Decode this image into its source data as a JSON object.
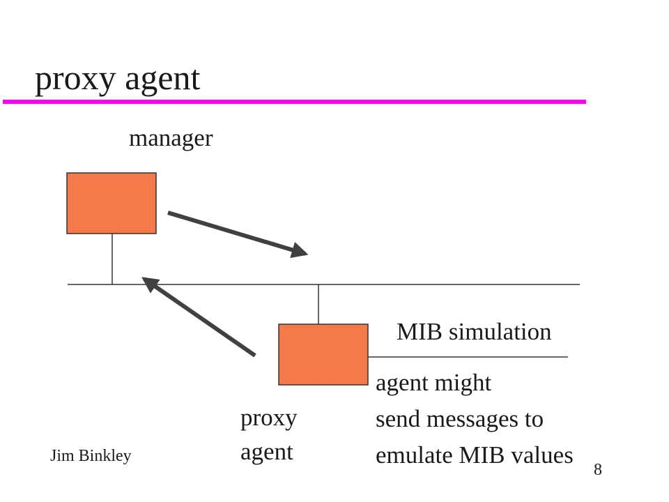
{
  "slide": {
    "title": "proxy agent",
    "title_rule_color": "#ff00ff",
    "box_color": "#f47a4a",
    "labels": {
      "manager": "manager",
      "mib_simulation": "MIB simulation",
      "agent_line1": "agent might",
      "agent_line2": "send messages to",
      "agent_line3": "emulate MIB values",
      "proxy_line1": "proxy",
      "proxy_line2": "agent"
    },
    "footer": {
      "author": "Jim Binkley",
      "page_number": "8"
    }
  }
}
